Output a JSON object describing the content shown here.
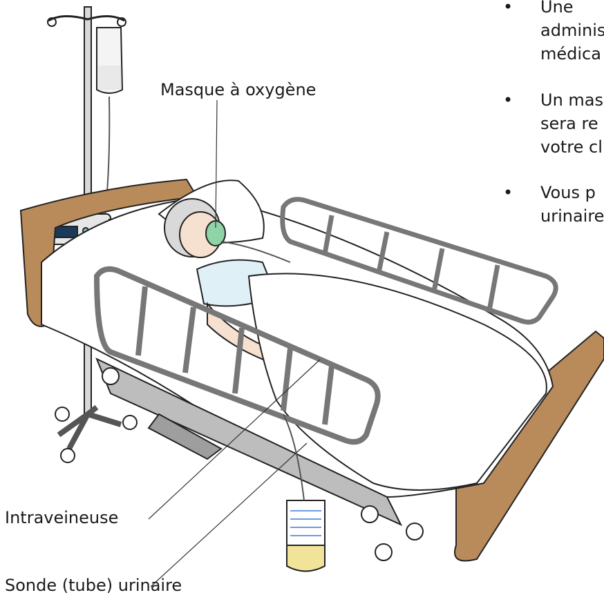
{
  "labels": {
    "oxygen_mask": "Masque à oxygène",
    "iv": "Intraveineuse",
    "urinary_catheter": "Sonde (tube) urinaire"
  },
  "bullets": [
    {
      "symbol": "•",
      "lines": [
        "Une",
        "adminis",
        "médica"
      ]
    },
    {
      "symbol": "•",
      "lines": [
        "Un mas",
        "sera re",
        "votre cl"
      ]
    },
    {
      "symbol": "•",
      "lines": [
        "Vous p",
        "urinaire"
      ]
    }
  ],
  "colors": {
    "headboard": "#b98a5a",
    "frame": "#c8c8c8",
    "sheet": "#ffffff",
    "gown": "#dff0f6",
    "mask": "#8fd3a8",
    "pump_screen": "#1a3a5a",
    "urine": "#f1e39a"
  }
}
